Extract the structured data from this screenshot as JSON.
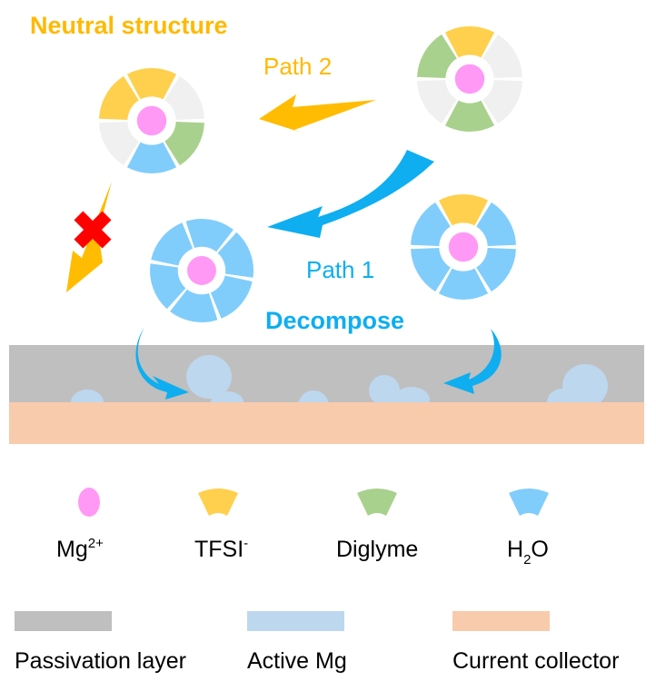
{
  "title": "Neutral structure",
  "path2_label": "Path 2",
  "path1_label": "Path 1",
  "decompose_label": "Decompose",
  "colors": {
    "mg": "#ff99f5",
    "tfsi": "#ffd04d",
    "diglyme": "#a9d18e",
    "h2o": "#80cdfc",
    "empty": "#f0f0f0",
    "orange_text": "#ffb900",
    "blue_text": "#0eaef0",
    "orange_arrow": "#ffbc00",
    "blue_arrow": "#0eaef0",
    "passivation": "#bfbfbf",
    "active_mg": "#bdd7ee",
    "collector": "#f8cbad",
    "red_x": "#ff0000"
  },
  "clusters": [
    {
      "name": "cluster-top-right",
      "segments": [
        "tfsi",
        "empty",
        "empty",
        "diglyme",
        "empty",
        "diglyme"
      ]
    },
    {
      "name": "cluster-neutral",
      "segments": [
        "tfsi",
        "empty",
        "diglyme",
        "h2o",
        "empty",
        "tfsi"
      ]
    },
    {
      "name": "cluster-h2o",
      "segments": [
        "h2o",
        "h2o",
        "h2o",
        "h2o",
        "h2o",
        "h2o"
      ]
    },
    {
      "name": "cluster-mixed",
      "segments": [
        "tfsi",
        "h2o",
        "h2o",
        "h2o",
        "h2o",
        "h2o"
      ]
    }
  ],
  "legend_species": [
    {
      "key": "mg",
      "label": "Mg",
      "sup": "2+",
      "sub": "",
      "tail": ""
    },
    {
      "key": "tfsi",
      "label": "TFSI",
      "sup": "-",
      "sub": "",
      "tail": ""
    },
    {
      "key": "diglyme",
      "label": "Diglyme",
      "sup": "",
      "sub": "",
      "tail": ""
    },
    {
      "key": "h2o",
      "label": "H",
      "sup": "",
      "sub": "2",
      "tail": "O"
    }
  ],
  "legend_layers": [
    {
      "key": "passivation",
      "label": "Passivation layer"
    },
    {
      "key": "active_mg",
      "label": "Active Mg"
    },
    {
      "key": "collector",
      "label": "Current collector"
    }
  ]
}
